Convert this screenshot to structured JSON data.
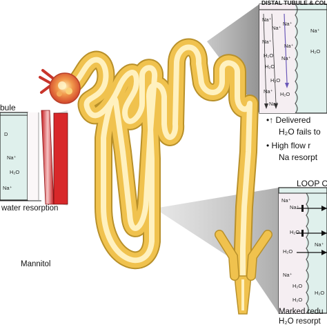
{
  "distal_panel": {
    "title": "DISTAL TUBULE & COLL",
    "ions_left": [
      "Na⁺",
      "Na⁺",
      "Na⁺",
      "H₂O",
      "H₂O",
      "H₂O",
      "Na⁺",
      "Na⁺"
    ],
    "ions_mid": [
      "Na⁺",
      "Na⁺",
      "Na⁺",
      "H₂O"
    ],
    "ions_right": [
      "Na⁺",
      "H₂O"
    ]
  },
  "distal_bullets": [
    {
      "bullet": "•",
      "arrow": "↑",
      "line1": "Delivered",
      "line2": "H₂O fails to"
    },
    {
      "bullet": "•",
      "arrow": "",
      "line1": "High flow r",
      "line2": "Na resorpt"
    }
  ],
  "proximal_panel": {
    "title": "bule",
    "ions": [
      "D",
      "Na⁺",
      "H₂O",
      "Na⁺"
    ],
    "caption": "water resorption"
  },
  "loop_panel": {
    "title": "LOOP O",
    "ions_left": [
      "Na⁺",
      "Na⁺",
      "H₂O",
      "H₂O",
      "Na⁺",
      "H₂O",
      "H₂O"
    ],
    "ions_right": [
      "Na⁺",
      "H₂O"
    ],
    "caption_line1": "Marked redu",
    "caption_line2": "H₂O resorpt"
  },
  "left_label": "Mannitol",
  "colors": {
    "tubule_fill": "#f5d36a",
    "tubule_outline": "#b8902a",
    "cell_teal": "#dff0ec",
    "lumen_pink": "#f7eef2",
    "vessel_red": "#d8282a",
    "glomerulus": "#e8663a"
  }
}
